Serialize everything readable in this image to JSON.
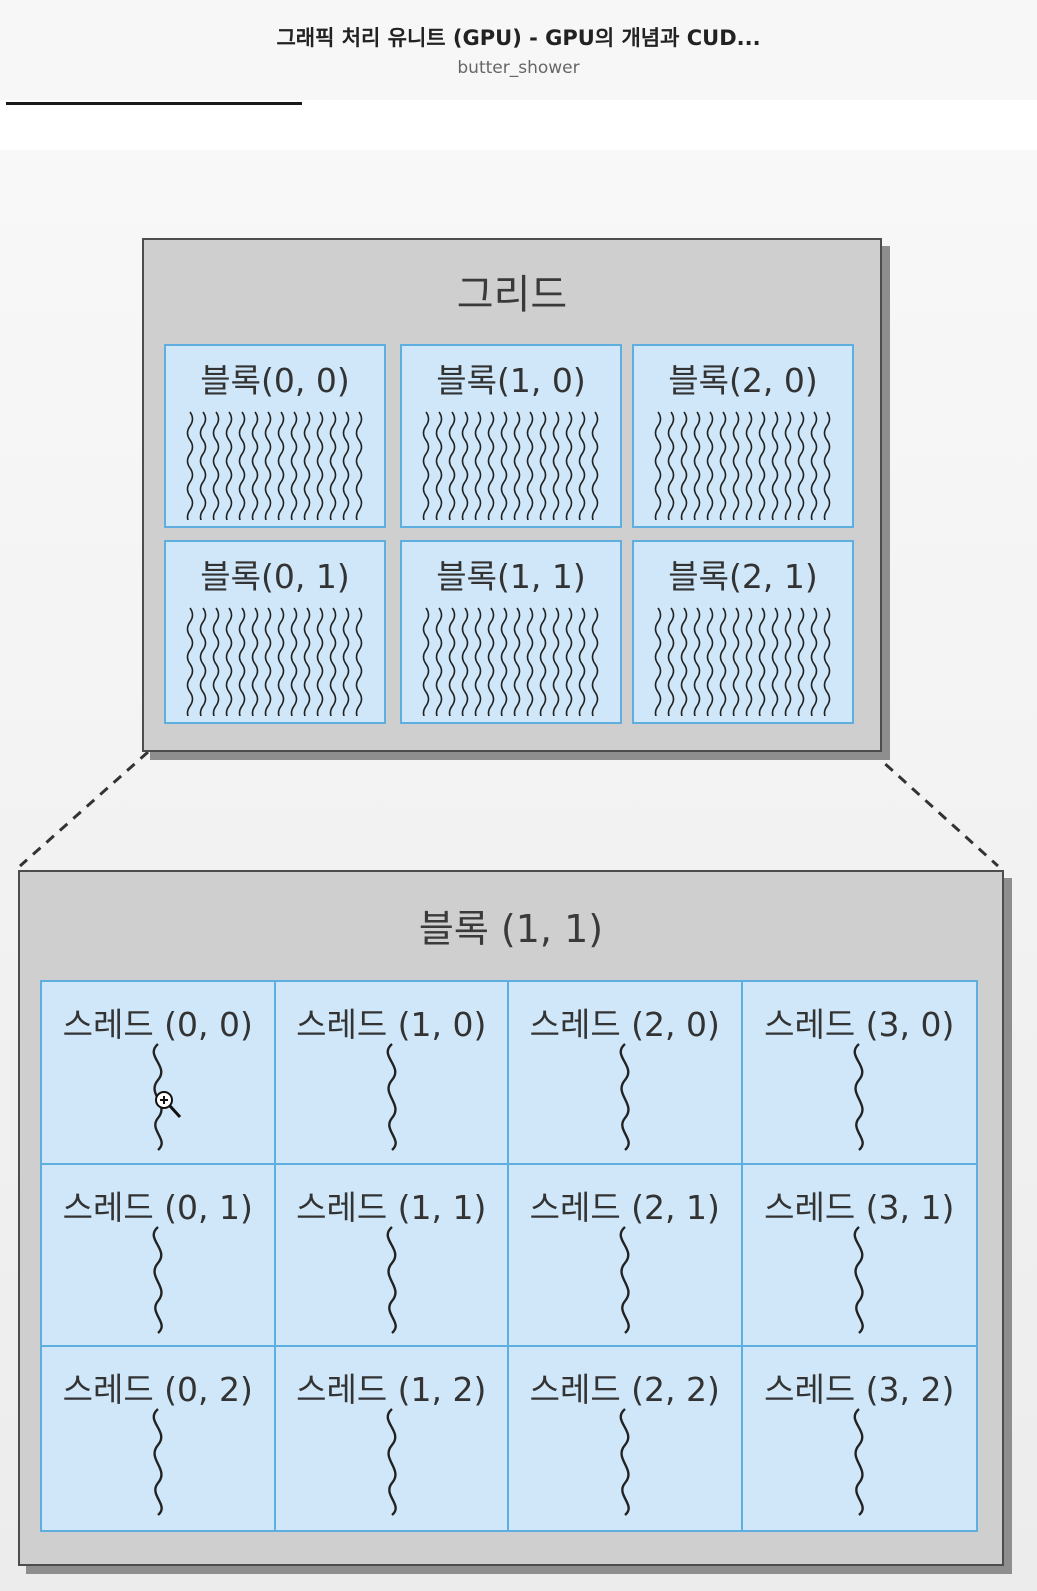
{
  "header": {
    "title": "그래픽 처리 유니트 (GPU) - GPU의 개념과 CUD...",
    "author": "butter_shower"
  },
  "grid": {
    "title": "그리드",
    "blocks": [
      "블록(0, 0)",
      "블록(1, 0)",
      "블록(2, 0)",
      "블록(0, 1)",
      "블록(1, 1)",
      "블록(2, 1)"
    ]
  },
  "block": {
    "title": "블록 (1, 1)",
    "threads": [
      "스레드 (0, 0)",
      "스레드 (1, 0)",
      "스레드 (2, 0)",
      "스레드 (3, 0)",
      "스레드 (0, 1)",
      "스레드 (1, 1)",
      "스레드 (2, 1)",
      "스레드 (3, 1)",
      "스레드 (0, 2)",
      "스레드 (1, 2)",
      "스레드 (2, 2)",
      "스레드 (3, 2)"
    ]
  },
  "colors": {
    "cell_fill": "#cfe7f8",
    "cell_border": "#5faee0",
    "panel_fill": "#cfcfcf"
  },
  "icons": {
    "thread": "wavy-thread-icon",
    "cursor": "zoom-in-cursor-icon"
  }
}
